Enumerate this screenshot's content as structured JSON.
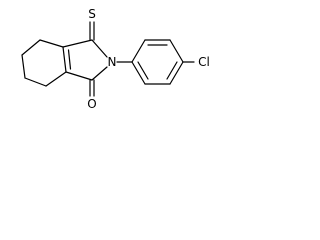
{
  "molecule": {
    "atoms": {
      "sulfur": "S",
      "nitrogen": "N",
      "oxygen": "O",
      "chlorine": "Cl"
    }
  }
}
